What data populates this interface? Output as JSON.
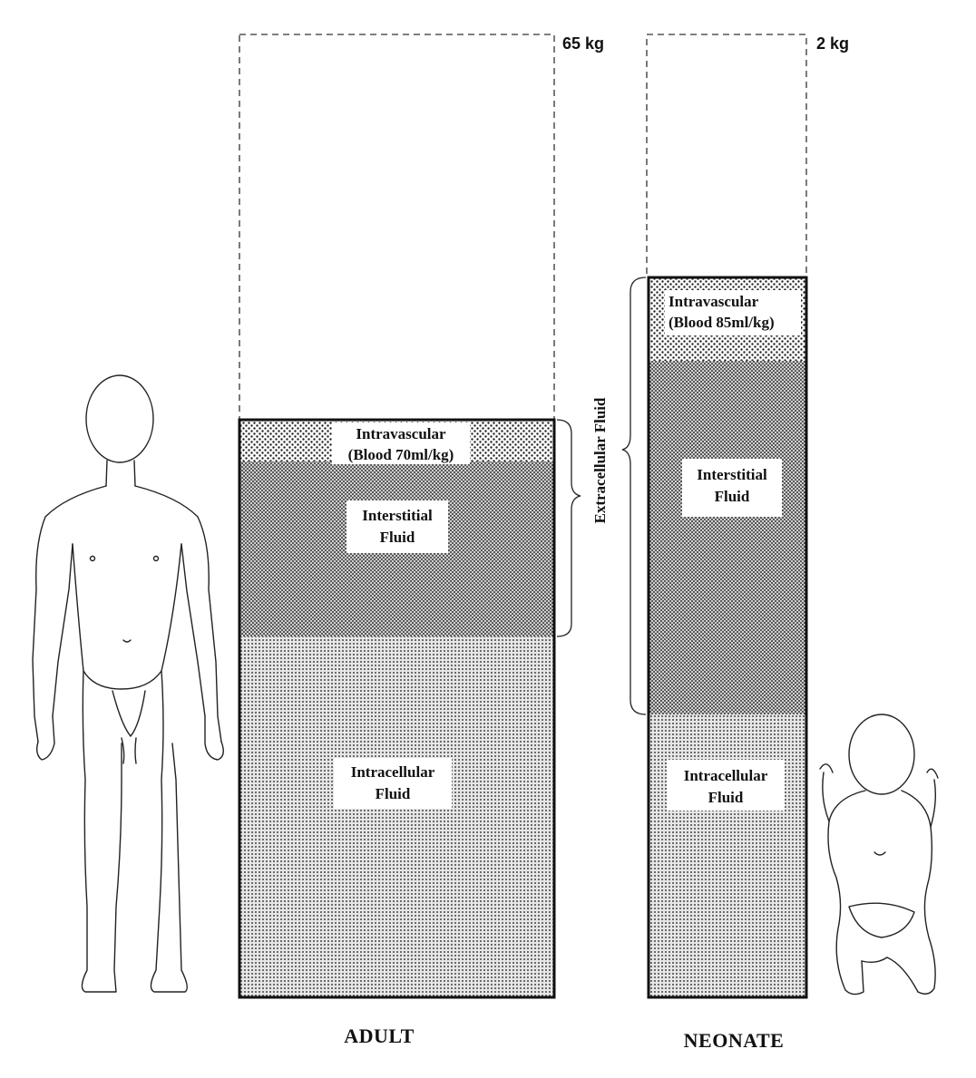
{
  "adult": {
    "weight": "65 kg",
    "intravascular_line1": "Intravascular",
    "intravascular_line2": "(Blood 70ml/kg)",
    "interstitial_line1": "Interstitial",
    "interstitial_line2": "Fluid",
    "intracellular_line1": "Intracellular",
    "intracellular_line2": "Fluid",
    "caption": "ADULT"
  },
  "neonate": {
    "weight": "2 kg",
    "intravascular_line1": "Intravascular",
    "intravascular_line2": "(Blood 85ml/kg)",
    "interstitial_line1": "Interstitial",
    "interstitial_line2": "Fluid",
    "intracellular_line1": "Intracellular",
    "intracellular_line2": "Fluid",
    "caption": "NEONATE"
  },
  "extracellular_label": "Extracellular Fluid",
  "figures": {
    "adult_icon": "adult-figure-icon",
    "neonate_icon": "baby-figure-icon"
  }
}
